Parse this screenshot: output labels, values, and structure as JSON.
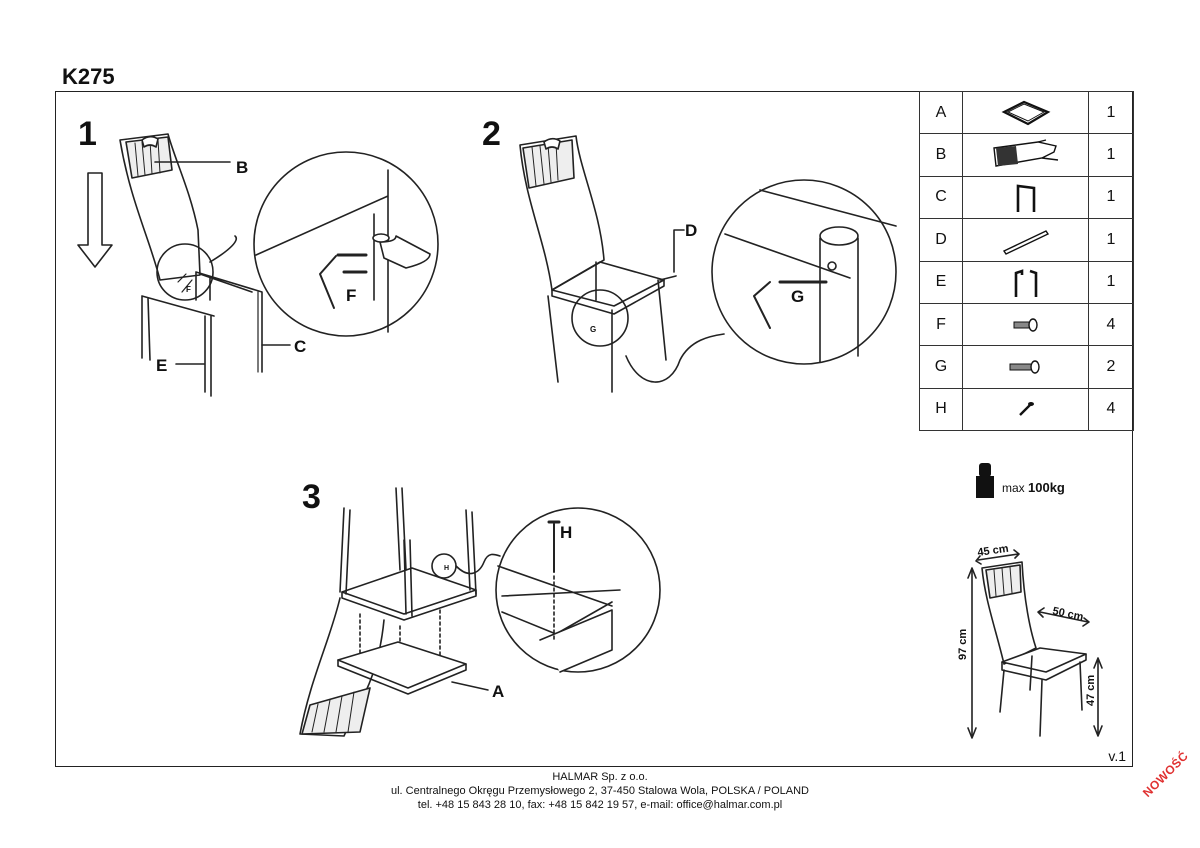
{
  "document": {
    "title": "K275",
    "version": "v.1"
  },
  "steps": [
    {
      "number": "1",
      "labels": [
        "B",
        "F",
        "C",
        "E"
      ]
    },
    {
      "number": "2",
      "labels": [
        "D",
        "G"
      ]
    },
    {
      "number": "3",
      "labels": [
        "H",
        "A"
      ]
    }
  ],
  "parts": [
    {
      "letter": "A",
      "icon": "seat-panel-icon",
      "qty": "1"
    },
    {
      "letter": "B",
      "icon": "backrest-icon",
      "qty": "1"
    },
    {
      "letter": "C",
      "icon": "rear-leg-frame-icon",
      "qty": "1"
    },
    {
      "letter": "D",
      "icon": "crossbar-icon",
      "qty": "1"
    },
    {
      "letter": "E",
      "icon": "front-leg-frame-icon",
      "qty": "1"
    },
    {
      "letter": "F",
      "icon": "bolt-short-icon",
      "qty": "4"
    },
    {
      "letter": "G",
      "icon": "bolt-long-icon",
      "qty": "2"
    },
    {
      "letter": "H",
      "icon": "screw-icon",
      "qty": "4"
    }
  ],
  "load": {
    "prefix": "max",
    "value": "100kg"
  },
  "dimensions": {
    "width": "45 cm",
    "depth": "50 cm",
    "height": "97 cm",
    "seat_height": "47 cm"
  },
  "footer": {
    "company": "HALMAR Sp. z o.o.",
    "address": "ul. Centralnego Okręgu Przemysłowego 2, 37-450 Stalowa Wola, POLSKA / POLAND",
    "contact": "tel. +48 15 843 28 10, fax: +48 15 842 19 57, e-mail: office@halmar.com.pl"
  },
  "badge": "NOWOŚĆ"
}
